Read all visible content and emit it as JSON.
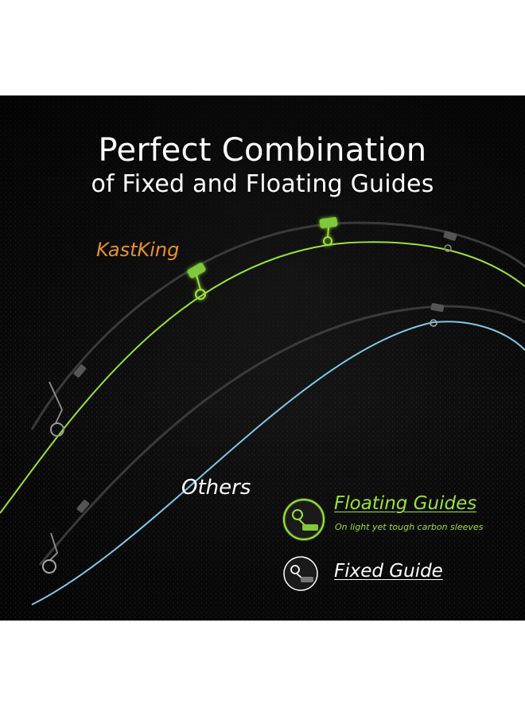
{
  "header": {
    "title_line1": "Perfect Combination",
    "title_line2": "of Fixed and Floating Guides"
  },
  "labels": {
    "brand": "KastKing",
    "others": "Others"
  },
  "legend": {
    "floating_title": "Floating Guides",
    "floating_subtitle": "On light yet tough carbon sleeves",
    "fixed_title": "Fixed Guide",
    "floating_icon": "floating-guide-icon",
    "fixed_icon": "fixed-guide-icon"
  },
  "colors": {
    "background": "#0c0c0c",
    "brand_orange": "#e8902a",
    "accent_green": "#9be23a",
    "line_blue": "#7fc8e6",
    "text_white": "#ffffff"
  }
}
